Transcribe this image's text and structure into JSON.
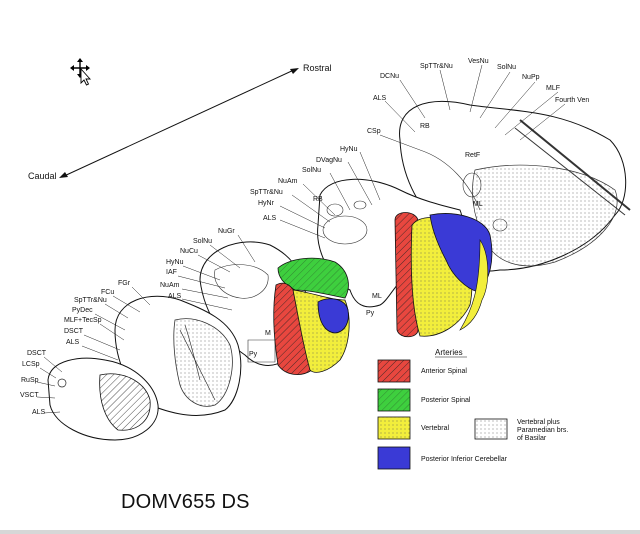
{
  "axis": {
    "rostral": "Rostral",
    "caudal": "Caudal"
  },
  "sections": {
    "rostral_pons": [
      "SpTTr&Nu",
      "VesNu",
      "SolNu",
      "DCNu",
      "NuPp",
      "MLF",
      "Fourth Ven",
      "ALS",
      "RB",
      "CSp",
      "RetF",
      "ML"
    ],
    "upper_medulla": [
      "HyNu",
      "DVagNu",
      "SolNu",
      "NuAm",
      "SpTTr&Nu",
      "HyNr",
      "ALS",
      "RB",
      "ML",
      "Py"
    ],
    "mid_medulla": [
      "NuGr",
      "SolNu",
      "NuCu",
      "HyNu",
      "IAF",
      "NuAm",
      "ALS",
      "M",
      "Py"
    ],
    "lower_medulla": [
      "FGr",
      "FCu",
      "SpTTr&Nu",
      "PyDec",
      "MLF+TecSp",
      "DSCT",
      "ALS"
    ],
    "spinal_junction": [
      "DSCT",
      "LCSp",
      "RuSp",
      "VSCT",
      "ALS"
    ]
  },
  "legend": {
    "title": "Arteries",
    "items": [
      {
        "label": "Anterior Spinal",
        "color": "#e8473f"
      },
      {
        "label": "Posterior Spinal",
        "color": "#3ecf3e"
      },
      {
        "label": "Vertebral",
        "color": "#f2ee3c"
      },
      {
        "label": "Posterior Inferior Cerebellar",
        "color": "#3a3ad6"
      }
    ],
    "basilar_lines": [
      "Vertebral plus",
      "Paramedian brs.",
      "of Basilar"
    ]
  },
  "caption": "DOMV655 DS",
  "colors": {
    "red": "#e8473f",
    "green": "#3ecf3e",
    "yellow": "#f2ee3c",
    "blue": "#3a3ad6"
  }
}
